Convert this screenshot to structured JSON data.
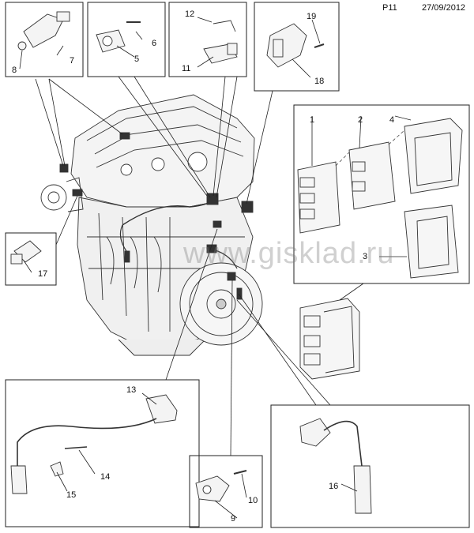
{
  "header": {
    "page_code": "P11",
    "date": "27/09/2012"
  },
  "watermark": "www.gisklad.ru",
  "callouts": [
    "1",
    "2",
    "3",
    "4",
    "5",
    "6",
    "7",
    "8",
    "9",
    "10",
    "11",
    "12",
    "13",
    "14",
    "15",
    "16",
    "17",
    "18",
    "19"
  ]
}
